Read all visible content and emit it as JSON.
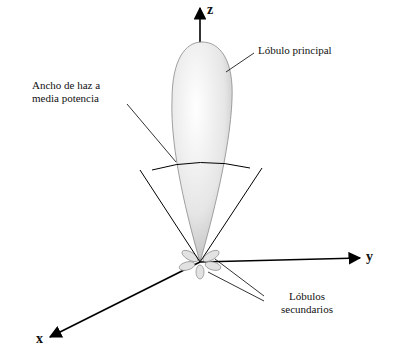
{
  "diagram": {
    "labels": [
      "z",
      "y",
      "x",
      "Lóbulo principal",
      "Ancho de haz a media potencia",
      "Lóbulos secundarios"
    ]
  }
}
